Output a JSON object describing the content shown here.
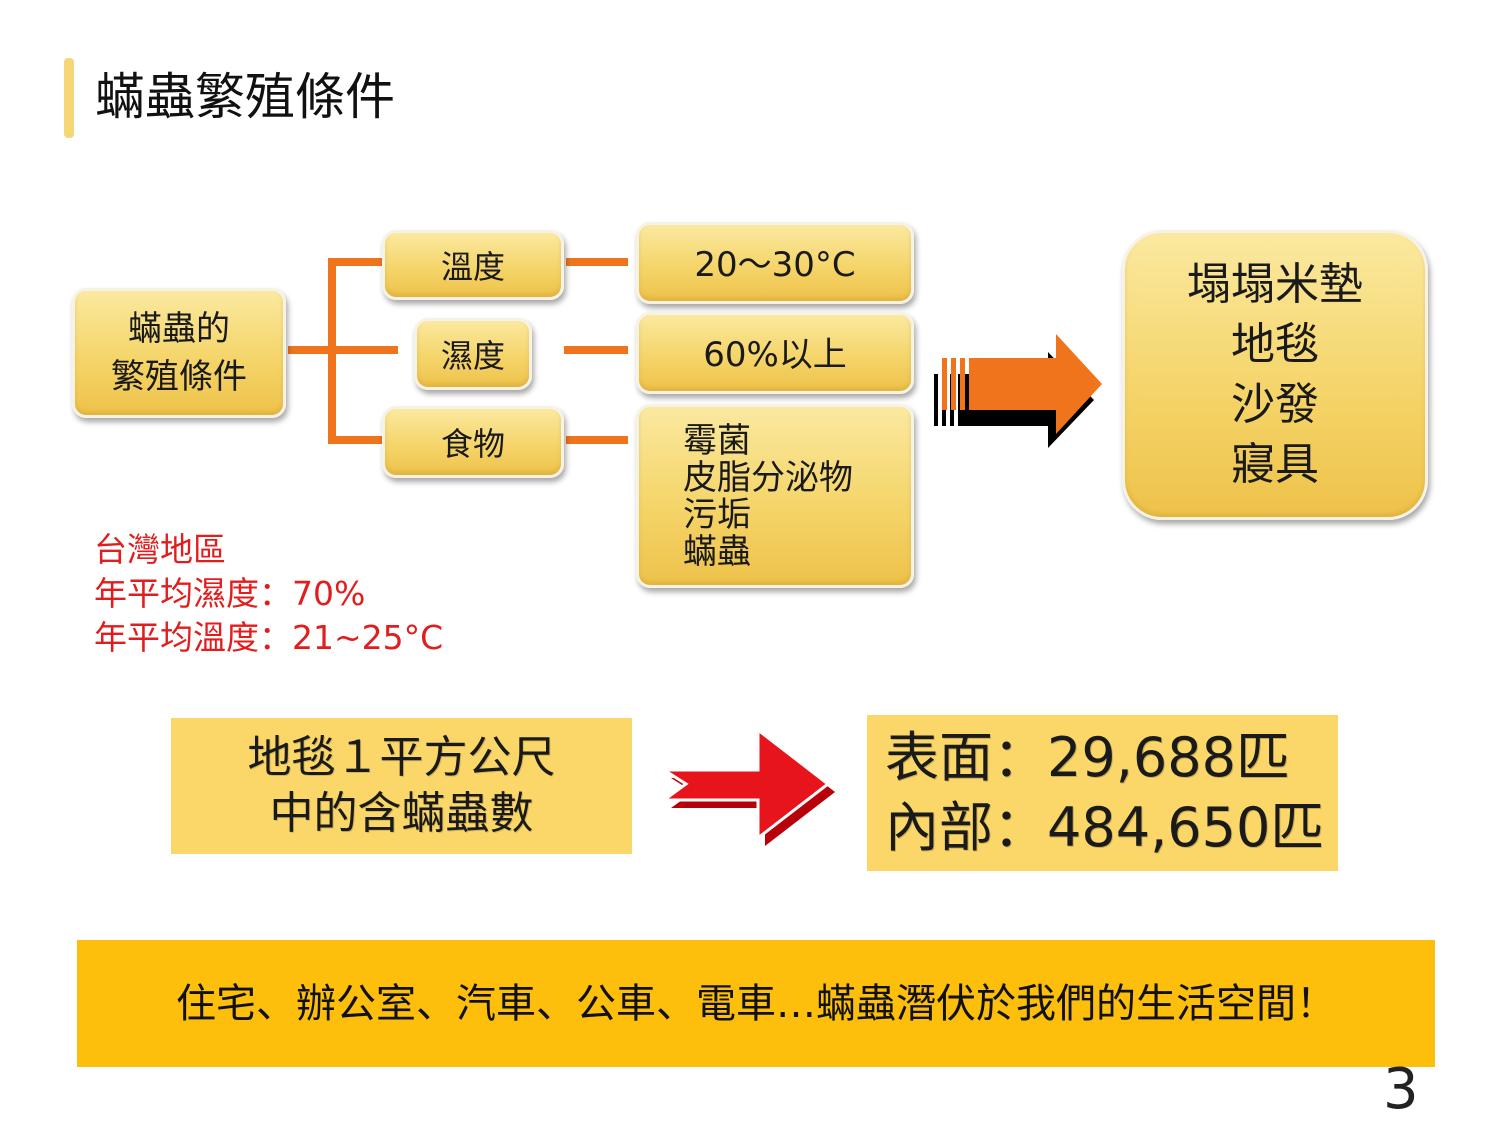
{
  "title": "蟎蟲繁殖條件",
  "diagram": {
    "root_line1": "蟎蟲的",
    "root_line2": "繁殖條件",
    "branches": [
      {
        "label": "溫度",
        "value": "20～30°C"
      },
      {
        "label": "濕度",
        "value": "60%以上"
      },
      {
        "label": "食物",
        "value_lines": [
          "霉菌",
          "皮脂分泌物",
          "污垢",
          "蟎蟲"
        ]
      }
    ],
    "habitat_lines": [
      "塌塌米墊",
      "地毯",
      "沙發",
      "寢具"
    ]
  },
  "taiwan_note": {
    "line1": "台灣地區",
    "line2": "年平均濕度：70%",
    "line3": "年平均溫度：21~25°C"
  },
  "carpet": {
    "left_line1": "地毯１平方公尺",
    "left_line2": "中的含蟎蟲數",
    "right_line1": "表面：29,688匹",
    "right_line2": "內部：484,650匹"
  },
  "banner": "住宅、辦公室、汽車、公車、電車…蟎蟲潛伏於我們的生活空間！",
  "page_number": "3",
  "colors": {
    "accent_orange": "#f0741c",
    "box_gold": "#f5d56a",
    "note_red": "#e21d1d",
    "banner_yellow": "#fdbf0b",
    "arrow_red": "#e8141c"
  }
}
